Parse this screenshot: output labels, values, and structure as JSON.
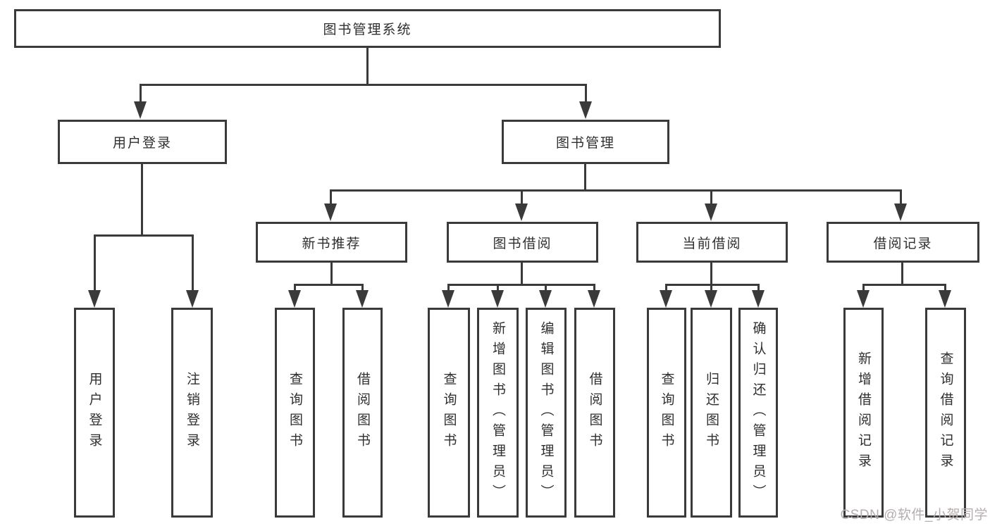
{
  "diagram": {
    "root": {
      "label": "图书管理系统"
    },
    "level2": [
      {
        "label": "用户登录"
      },
      {
        "label": "图书管理"
      }
    ],
    "level3": [
      {
        "label": "新书推荐"
      },
      {
        "label": "图书借阅"
      },
      {
        "label": "当前借阅"
      },
      {
        "label": "借阅记录"
      }
    ],
    "leaves": {
      "user_login": [
        {
          "label": "用户登录"
        },
        {
          "label": "注销登录"
        }
      ],
      "new_book": [
        {
          "label": "查询图书"
        },
        {
          "label": "借阅图书"
        }
      ],
      "book_borrow": [
        {
          "label": "查询图书"
        },
        {
          "label": "新增图书（管理员）"
        },
        {
          "label": "编辑图书（管理员）"
        },
        {
          "label": "借阅图书"
        }
      ],
      "current_borrow": [
        {
          "label": "查询图书"
        },
        {
          "label": "归还图书"
        },
        {
          "label": "确认归还（管理员）"
        }
      ],
      "borrow_records": [
        {
          "label": "新增借阅记录"
        },
        {
          "label": "查询借阅记录"
        }
      ]
    },
    "watermark": "CSDN @软件_小贺同学",
    "colors": {
      "line": "#3a3a3a",
      "text": "#2f2f2f",
      "watermark_text": "#b6aeae",
      "background": "#ffffff"
    }
  }
}
